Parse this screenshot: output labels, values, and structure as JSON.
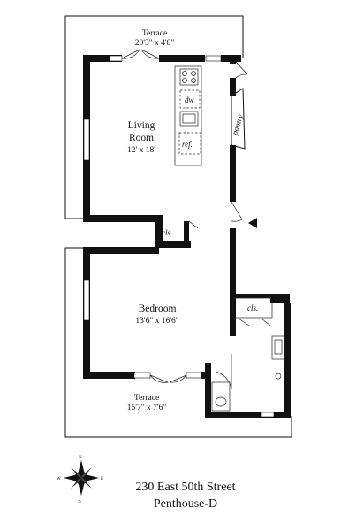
{
  "address": {
    "street": "230 East 50th Street",
    "unit": "Penthouse-D"
  },
  "rooms": {
    "terrace_top": {
      "name": "Terrace",
      "dims": "20'3\" x 4'8\""
    },
    "living_room": {
      "name_line1": "Living",
      "name_line2": "Room",
      "dims": "12' x 18'"
    },
    "bedroom": {
      "name": "Bedroom",
      "dims": "13'6\" x 16'6\""
    },
    "terrace_bottom": {
      "name": "Terrace",
      "dims": "15'7\" x 7'6\""
    }
  },
  "fixtures": {
    "dishwasher": "dw",
    "refrigerator": "ref.",
    "pantry": "pantry",
    "closet_hall": "cls.",
    "closet_bedroom": "cls."
  },
  "compass": {
    "north": "N",
    "east": "E",
    "south": "S",
    "west": "W"
  },
  "icons": {
    "entry": "entry-arrow-icon",
    "compass": "compass-rose-icon"
  }
}
